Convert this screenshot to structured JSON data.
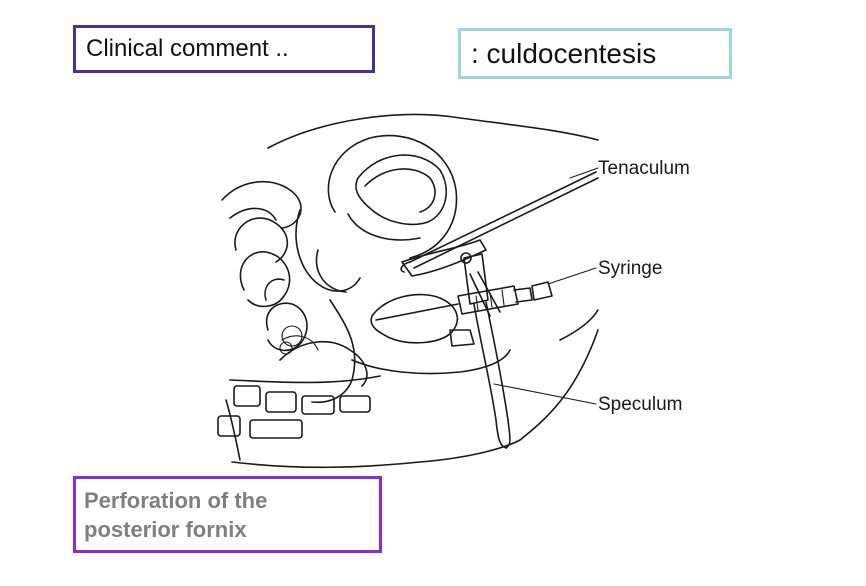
{
  "header": {
    "clinical_comment": "Clinical comment   ..",
    "procedure": ": culdocentesis"
  },
  "caption": {
    "line1": "Perforation of the",
    "line2": "posterior fornix"
  },
  "figure": {
    "labels": {
      "tenaculum": "Tenaculum",
      "syringe": "Syringe",
      "speculum": "Speculum"
    }
  },
  "colors": {
    "left_box_border": "#4b2e9a",
    "right_box_border": "#9cd7de",
    "caption_border": "#8a2be2",
    "caption_text": "#7f7f7f"
  }
}
